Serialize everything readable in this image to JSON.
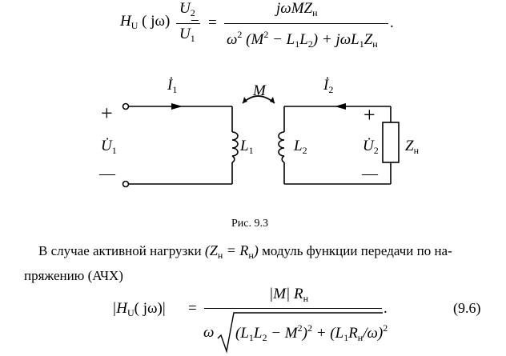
{
  "formula1": {
    "lhs_main": "H",
    "lhs_sub": "U",
    "lhs_arg": "( jω)",
    "u_num": "U",
    "u_num_sub": "2",
    "u_den": "U",
    "u_den_sub": "1",
    "equals": "=",
    "num_text": "jωMZ",
    "num_sub": "н",
    "den_a": "ω",
    "den_a_sup": "2",
    "den_b": "(M",
    "den_b_sup": "2",
    "den_c": "− L",
    "den_c_sub1": "1",
    "den_c2": "L",
    "den_c_sub2": "2",
    "den_d": ") + jωL",
    "den_d_sub": "1",
    "den_e": "Z",
    "den_e_sub": "н",
    "period": "."
  },
  "circuit": {
    "i1": "İ",
    "i1_sub": "1",
    "i2": "İ",
    "i2_sub": "2",
    "mutual": "M",
    "plus_left": "+",
    "minus_left": "—",
    "u1": "U̇",
    "u1_sub": "1",
    "l1": "L",
    "l1_sub": "1",
    "l2": "L",
    "l2_sub": "2",
    "plus_right": "+",
    "minus_right": "—",
    "u2": "U̇",
    "u2_sub": "2",
    "z": "Z",
    "z_sub": "н"
  },
  "caption": "Рис. 9.3",
  "paragraph": {
    "line1_pre": "В случае активной нагрузки",
    "line1_formula": "Z",
    "line1_formula_sub": "н",
    "line1_formula_eq": " = R",
    "line1_formula_sub2": "н",
    "line1_post": "модуль функции передачи по на-",
    "line2": "пряжению (АЧХ)"
  },
  "formula2": {
    "lhs": "|H",
    "lhs_sub": "U",
    "lhs_arg": "( jω)|",
    "equals": "=",
    "num": "|M| R",
    "num_sub": "н",
    "den_w": "ω",
    "den_a": "(L",
    "den_a_sub1": "1",
    "den_a2": "L",
    "den_a_sub2": "2",
    "den_b": " − M",
    "den_b_sup": "2",
    "den_c": ")",
    "den_c_sup": "2",
    "den_d": " + (L",
    "den_d_sub": "1",
    "den_e": "R",
    "den_e_sub": "н",
    "den_f": "/ω)",
    "den_f_sup": "2",
    "period": ".",
    "number": "(9.6)"
  }
}
